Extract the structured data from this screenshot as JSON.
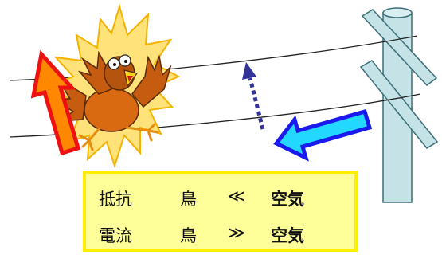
{
  "colors": {
    "wire": "#222222",
    "pole_fill": "#c5e3e6",
    "pole_stroke": "#3b6e79",
    "flash_fill": "#ffe37a",
    "flash_stroke": "#f3b200",
    "red_arrow_outline": "#ee1111",
    "red_arrow_fill": "#ff8800",
    "blue_arrow_outline": "#1a1aee",
    "blue_arrow_fill": "#22d8ff",
    "dotted_arrow": "#333399",
    "bird_body": "#d96a12",
    "bird_head": "#b4540e",
    "box_fill": "#ffff99",
    "box_border": "#ffee00"
  },
  "labels": {
    "row1": {
      "term": "抵抗",
      "subject": "鳥",
      "relation": "≪",
      "object": "空気"
    },
    "row2": {
      "term": "電流",
      "subject": "鳥",
      "relation": "≫",
      "object": "空気"
    }
  }
}
